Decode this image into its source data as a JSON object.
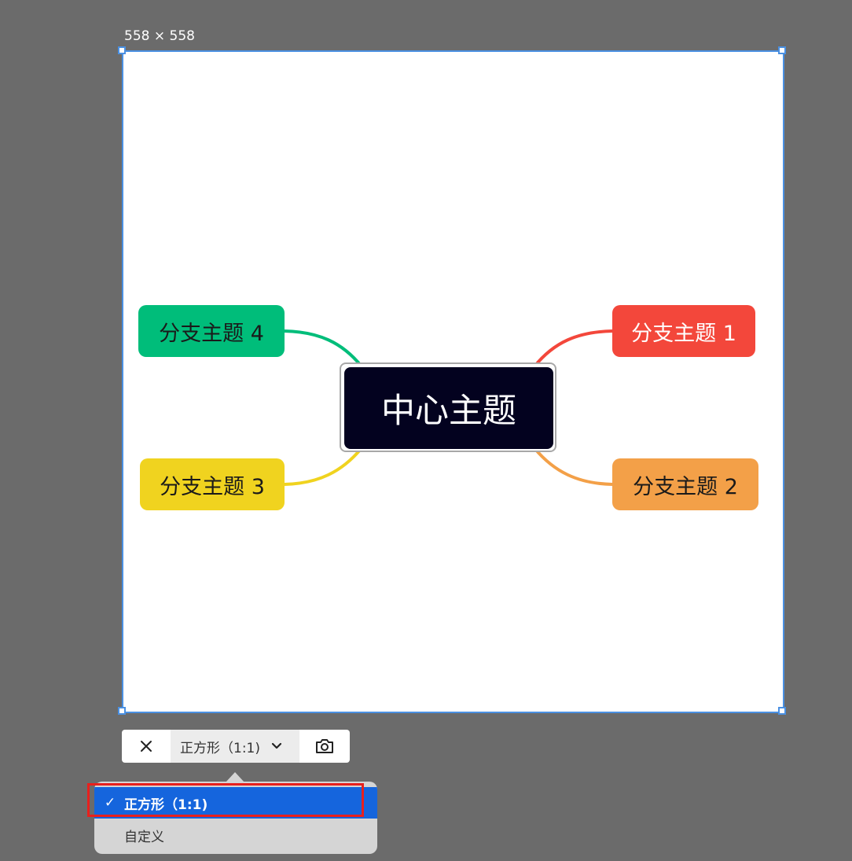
{
  "capture": {
    "size_label": "558 × 558"
  },
  "mindmap": {
    "central": "中心主题",
    "branches": [
      {
        "label": "分支主题 1",
        "color": "#f3473b"
      },
      {
        "label": "分支主题 2",
        "color": "#f3a048"
      },
      {
        "label": "分支主题 3",
        "color": "#f0d31f"
      },
      {
        "label": "分支主题 4",
        "color": "#00bd7a"
      }
    ],
    "central_color": "#03021f"
  },
  "toolbar": {
    "close_icon": "close-icon",
    "ratio_label": "正方形（1:1)",
    "chevron_icon": "chevron-down-icon",
    "camera_icon": "camera-icon"
  },
  "dropdown": {
    "options": [
      {
        "label": "正方形（1:1)",
        "selected": true
      },
      {
        "label": "自定义",
        "selected": false
      }
    ],
    "check_mark": "✓",
    "selected_color": "#1565dd"
  },
  "colors": {
    "backdrop": "#6b6b6b",
    "frame_border": "#4a90e2",
    "highlight": "#e8201d"
  }
}
